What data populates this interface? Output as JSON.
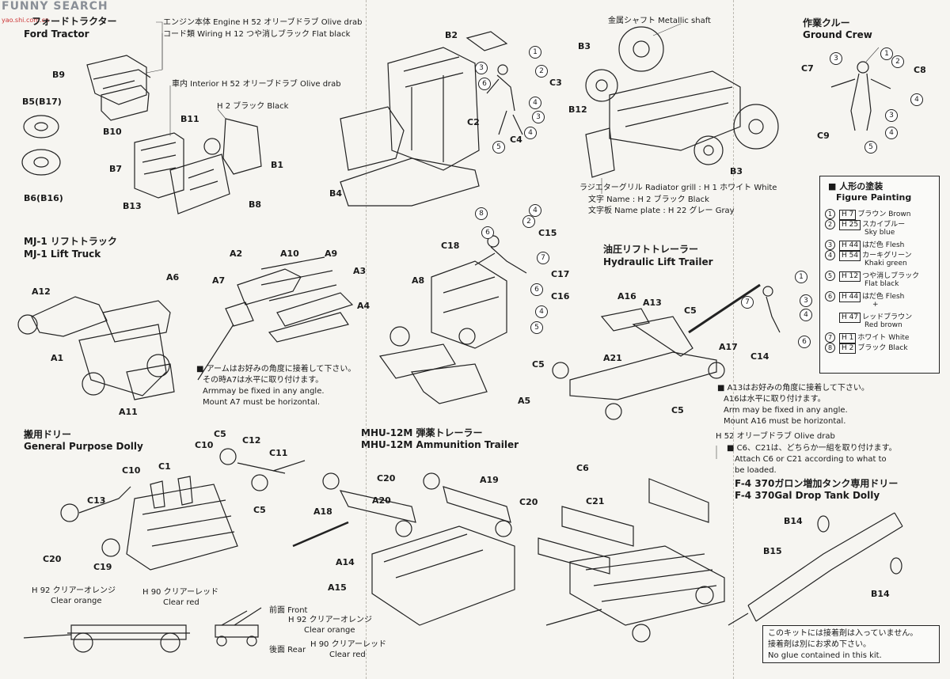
{
  "watermark": {
    "brand": "FUNNY SEARCH",
    "url": "yao.shi.com.cn"
  },
  "sections": {
    "ford_tractor": {
      "jp": "フォードトラクター",
      "en": "Ford Tractor"
    },
    "ground_crew": {
      "jp": "作業クルー",
      "en": "Ground Crew"
    },
    "mj1": {
      "jp": "MJ-1 リフトトラック",
      "en": "MJ-1 Lift Truck"
    },
    "hydraulic": {
      "jp": "油圧リフトトレーラー",
      "en": "Hydraulic Lift Trailer"
    },
    "dolly": {
      "jp": "搬用ドリー",
      "en": "General Purpose Dolly"
    },
    "mhu": {
      "jp": "MHU-12M 弾薬トレーラー",
      "en": "MHU-12M Ammunition Trailer"
    },
    "f4": {
      "jp": "F-4 370ガロン増加タンク専用ドリー",
      "en": "F-4 370Gal Drop Tank Dolly"
    }
  },
  "notes": {
    "engine": "エンジン本体 Engine H 52 オリーブドラブ Olive drab",
    "wiring": "コード類 Wiring H 12 つや消しブラック Flat black",
    "interior": "車内 Interior H 52 オリーブドラブ Olive drab",
    "black": "H 2 ブラック Black",
    "shaft": "金属シャフト  Metallic shaft",
    "radiator": "ラジエターグリル Radiator grill : H 1 ホワイト White",
    "name": "文字 Name : H 2 ブラック Black",
    "nameplate": "文字板 Name plate : H 22 グレー Gray",
    "arm_jp1": "■ アームはお好みの角度に接着して下さい。",
    "arm_jp2": "その時A7は水平に取り付けます。",
    "arm_en1": "Armmay  be fixed in any angle.",
    "arm_en2": "Mount A7 must be horizontal.",
    "a13_jp1": "■ A13はお好みの角度に接着して下さい。",
    "a13_jp2": "A16は水平に取り付けます。",
    "a13_en1": "Arm may be fixed in any angle.",
    "a13_en2": "Mount A16 must be horizontal.",
    "olive": "H 52 オリーブドラブ Olive drab",
    "c6_jp": "■ C6、C21は、どちらか一組を取り付けます。",
    "c6_en1": "Attach C6 or C21 according to what to",
    "c6_en2": "be loaded.",
    "clear_orange_l1": "H 92 クリアーオレンジ",
    "clear_orange_l2": "Clear orange",
    "clear_red_l1": "H 90 クリアーレッド",
    "clear_red_l2": "Clear red",
    "front": "前面 Front",
    "rear": "後面 Rear",
    "clear_orange_b": "H 92 クリアーオレンジ",
    "clear_orange_b2": "Clear orange",
    "clear_red_b": "H 90 クリアーレッド",
    "clear_red_b2": "Clear red",
    "glue_jp": "このキットには接着剤は入っていません。",
    "glue_jp2": "接着剤は別にお求め下さい。",
    "glue_en": "No glue contained in this kit."
  },
  "figure_painting": {
    "title_jp": "■ 人形の塗装",
    "title_en": "Figure Painting",
    "items": [
      {
        "n": "1",
        "code": "H 7",
        "jp": "ブラウン Brown",
        "en": ""
      },
      {
        "n": "2",
        "code": "H 25",
        "jp": "スカイブルー",
        "en": "Sky blue"
      },
      {
        "n": "3",
        "code": "H 44",
        "jp": "はだ色 Flesh",
        "en": ""
      },
      {
        "n": "4",
        "code": "H 54",
        "jp": "カーキグリーン",
        "en": "Khaki green"
      },
      {
        "n": "5",
        "code": "H 12",
        "jp": "つや消しブラック",
        "en": "Flat black"
      },
      {
        "n": "6",
        "code": "H 44",
        "jp": "はだ色 Flesh",
        "en": "+"
      },
      {
        "n": "6b",
        "code": "H 47",
        "jp": "レッドブラウン",
        "en": "Red brown"
      },
      {
        "n": "7",
        "code": "H 1",
        "jp": "ホワイト White",
        "en": ""
      },
      {
        "n": "8",
        "code": "H 2",
        "jp": "ブラック Black",
        "en": ""
      }
    ]
  },
  "parts": {
    "B9": "B9",
    "B10": "B10",
    "B5": "B5(B17)",
    "B6": "B6(B16)",
    "B11": "B11",
    "B7": "B7",
    "B1": "B1",
    "B13": "B13",
    "B8": "B8",
    "B2": "B2",
    "B4": "B4",
    "C2": "C2",
    "C3": "C3",
    "C4": "C4",
    "B3a": "B3",
    "B3b": "B3",
    "B12": "B12",
    "C7": "C7",
    "C8": "C8",
    "C9": "C9",
    "A12": "A12",
    "A6": "A6",
    "A1": "A1",
    "A11": "A11",
    "A2": "A2",
    "A10": "A10",
    "A9": "A9",
    "A7": "A7",
    "A3": "A3",
    "A4": "A4",
    "C18": "C18",
    "C15": "C15",
    "A8": "A8",
    "C17": "C17",
    "C16": "C16",
    "A5": "A5",
    "A16": "A16",
    "A13": "A13",
    "C5a": "C5",
    "A17": "A17",
    "C14": "C14",
    "C5b": "C5",
    "A21": "A21",
    "C5c": "C5",
    "C10a": "C10",
    "C1": "C1",
    "C10b": "C10",
    "C5d": "C5",
    "C12": "C12",
    "C11": "C11",
    "C5e": "C5",
    "C13": "C13",
    "C20a": "C20",
    "C19": "C19",
    "C20b": "C20",
    "A19": "A19",
    "A20": "A20",
    "C20c": "C20",
    "A18": "A18",
    "A14": "A14",
    "A15": "A15",
    "C6": "C6",
    "C21": "C21",
    "B14a": "B14",
    "B15": "B15",
    "B14b": "B14"
  },
  "callouts": [
    "1",
    "2",
    "3",
    "4",
    "5",
    "6",
    "7",
    "8"
  ]
}
